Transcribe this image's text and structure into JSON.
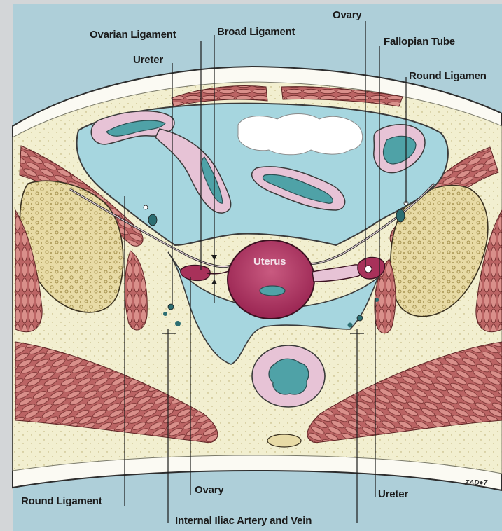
{
  "labels": {
    "ovarian_ligament": "Ovarian Ligament",
    "broad_ligament": "Broad Ligament",
    "ovary_top": "Ovary",
    "fallopian_tube": "Fallopian Tube",
    "ureter_top": "Ureter",
    "round_ligament_top": "Round Ligamen",
    "uterus": "Uterus",
    "round_ligament_bottom": "Round Ligament",
    "ovary_bottom": "Ovary",
    "ureter_bottom": "Ureter",
    "internal_iliac": "Internal Iliac Artery and Vein"
  },
  "signature": "ZAD●7",
  "colors": {
    "background_blue": "#aecfd9",
    "fat_cream": "#f2efcf",
    "peritoneal_fluid": "#a6d6df",
    "muscle": "#b85c5c",
    "bone": "#e6d79f",
    "uterus": "#a8315a",
    "lumen_teal": "#4fa2a7",
    "bowel_pink": "#e7c3d6",
    "skin_white": "#fbfaf3"
  }
}
